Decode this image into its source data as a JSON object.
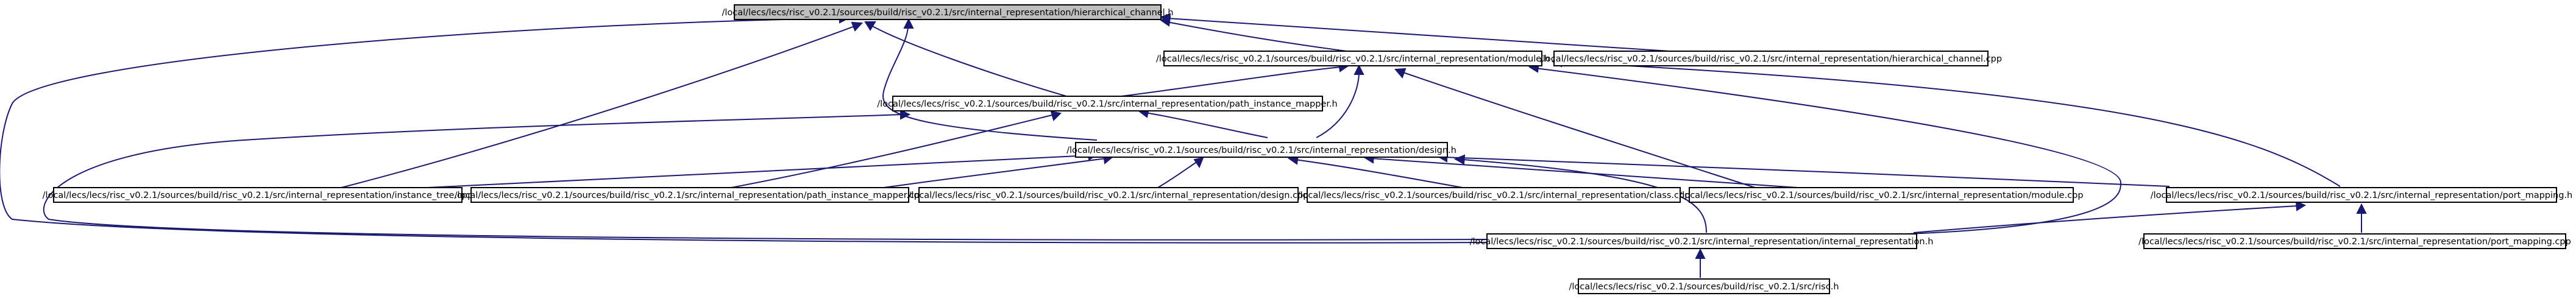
{
  "nodes": {
    "hierarchical_channel_h": {
      "label": "/local/lecs/lecs/risc_v0.2.1/sources/build/risc_v0.2.1/src/internal_representation/hierarchical_channel.h",
      "root": true
    },
    "module_h": {
      "label": "/local/lecs/lecs/risc_v0.2.1/sources/build/risc_v0.2.1/src/internal_representation/module.h"
    },
    "hierarchical_channel_cpp": {
      "label": "/local/lecs/lecs/risc_v0.2.1/sources/build/risc_v0.2.1/src/internal_representation/hierarchical_channel.cpp"
    },
    "path_instance_mapper_h": {
      "label": "/local/lecs/lecs/risc_v0.2.1/sources/build/risc_v0.2.1/src/internal_representation/path_instance_mapper.h"
    },
    "design_h": {
      "label": "/local/lecs/lecs/risc_v0.2.1/sources/build/risc_v0.2.1/src/internal_representation/design.h"
    },
    "instance_tree_cpp": {
      "label": "/local/lecs/lecs/risc_v0.2.1/sources/build/risc_v0.2.1/src/internal_representation/instance_tree.cpp"
    },
    "path_instance_mapper_cpp": {
      "label": "/local/lecs/lecs/risc_v0.2.1/sources/build/risc_v0.2.1/src/internal_representation/path_instance_mapper.cpp"
    },
    "design_cpp": {
      "label": "/local/lecs/lecs/risc_v0.2.1/sources/build/risc_v0.2.1/src/internal_representation/design.cpp"
    },
    "class_cpp": {
      "label": "/local/lecs/lecs/risc_v0.2.1/sources/build/risc_v0.2.1/src/internal_representation/class.cpp"
    },
    "module_cpp": {
      "label": "/local/lecs/lecs/risc_v0.2.1/sources/build/risc_v0.2.1/src/internal_representation/module.cpp"
    },
    "port_mapping_h": {
      "label": "/local/lecs/lecs/risc_v0.2.1/sources/build/risc_v0.2.1/src/internal_representation/port_mapping.h"
    },
    "internal_representation_h": {
      "label": "/local/lecs/lecs/risc_v0.2.1/sources/build/risc_v0.2.1/src/internal_representation/internal_representation.h"
    },
    "port_mapping_cpp": {
      "label": "/local/lecs/lecs/risc_v0.2.1/sources/build/risc_v0.2.1/src/internal_representation/port_mapping.cpp"
    },
    "risc_h": {
      "label": "/local/lecs/lecs/risc_v0.2.1/sources/build/risc_v0.2.1/src/risc.h"
    }
  },
  "edges": [
    {
      "from": "module_h",
      "to": "hierarchical_channel_h"
    },
    {
      "from": "hierarchical_channel_cpp",
      "to": "hierarchical_channel_h"
    },
    {
      "from": "path_instance_mapper_h",
      "to": "hierarchical_channel_h"
    },
    {
      "from": "design_h",
      "to": "hierarchical_channel_h"
    },
    {
      "from": "instance_tree_cpp",
      "to": "hierarchical_channel_h"
    },
    {
      "from": "internal_representation_h",
      "to": "hierarchical_channel_h"
    },
    {
      "from": "hierarchical_channel_cpp",
      "to": "module_h"
    },
    {
      "from": "path_instance_mapper_h",
      "to": "module_h"
    },
    {
      "from": "design_h",
      "to": "module_h"
    },
    {
      "from": "module_cpp",
      "to": "module_h"
    },
    {
      "from": "internal_representation_h",
      "to": "module_h"
    },
    {
      "from": "port_mapping_h",
      "to": "module_h"
    },
    {
      "from": "design_h",
      "to": "path_instance_mapper_h"
    },
    {
      "from": "path_instance_mapper_cpp",
      "to": "path_instance_mapper_h"
    },
    {
      "from": "internal_representation_h",
      "to": "path_instance_mapper_h"
    },
    {
      "from": "instance_tree_cpp",
      "to": "design_h"
    },
    {
      "from": "path_instance_mapper_cpp",
      "to": "design_h"
    },
    {
      "from": "design_cpp",
      "to": "design_h"
    },
    {
      "from": "class_cpp",
      "to": "design_h"
    },
    {
      "from": "module_cpp",
      "to": "design_h"
    },
    {
      "from": "port_mapping_h",
      "to": "design_h"
    },
    {
      "from": "internal_representation_h",
      "to": "design_h"
    },
    {
      "from": "internal_representation_h",
      "to": "port_mapping_h"
    },
    {
      "from": "port_mapping_cpp",
      "to": "port_mapping_h"
    },
    {
      "from": "risc_h",
      "to": "internal_representation_h"
    }
  ]
}
